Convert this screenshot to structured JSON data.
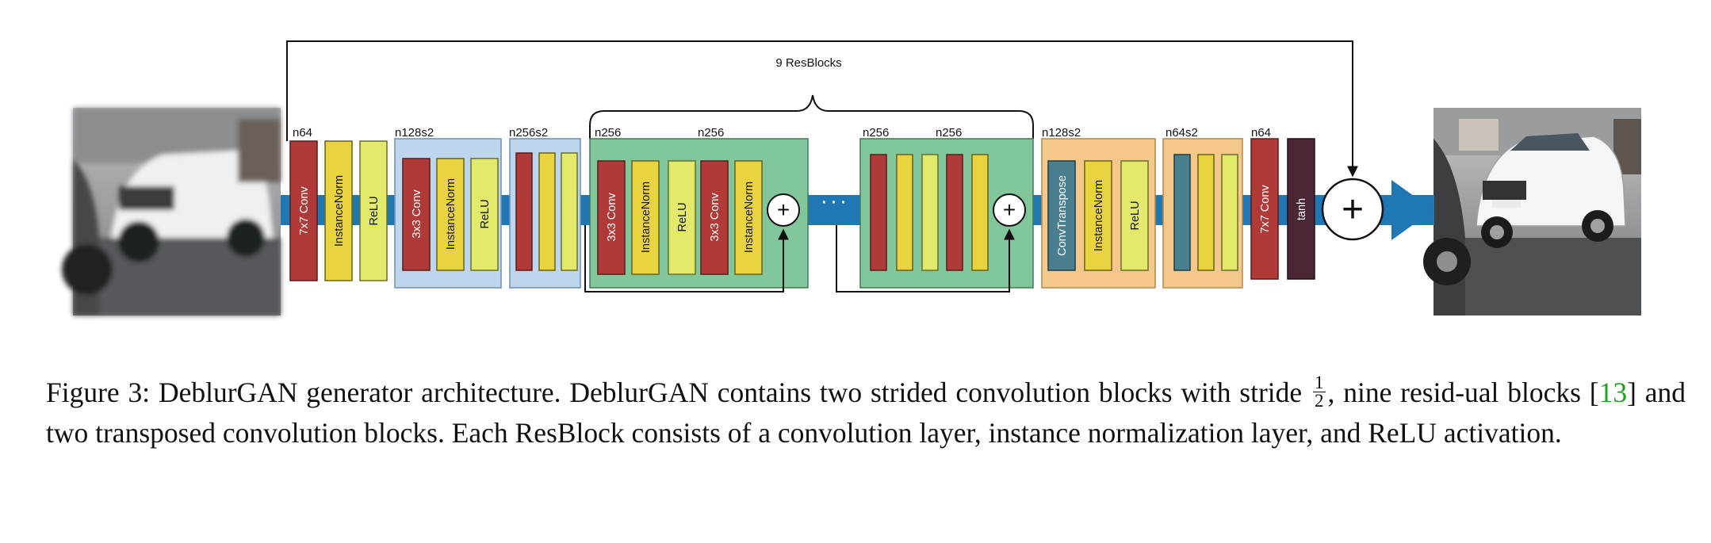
{
  "diagram": {
    "skip_label": "9 ResBlocks",
    "labels": {
      "n64_a": "n64",
      "n128s2": "n128s2",
      "n256s2": "n256s2",
      "n256_a": "n256",
      "n256_b": "n256",
      "n256_c": "n256",
      "n256_d": "n256",
      "n128s2_up": "n128s2",
      "n64s2_up": "n64s2",
      "n64_b": "n64"
    },
    "layers": {
      "conv7_in": "7x7 Conv",
      "in1": "InstanceNorm",
      "relu1": "ReLU",
      "conv3_a": "3x3 Conv",
      "in2": "InstanceNorm",
      "relu2": "ReLU",
      "rb_conv1": "3x3 Conv",
      "rb_in1": "InstanceNorm",
      "rb_relu": "ReLU",
      "rb_conv2": "3x3 Conv",
      "rb_in2": "InstanceNorm",
      "convT": "ConvTranspose",
      "in3": "InstanceNorm",
      "relu3": "ReLU",
      "conv7_out": "7x7 Conv",
      "tanh": "tanh"
    },
    "ellipsis": "· · ·",
    "plus": "+",
    "colors": {
      "conv": "#b03a37",
      "instancenorm": "#e9d43f",
      "relu": "#e3ea6b",
      "blue_block": "#bdd6ee",
      "green_block": "#82c79b",
      "orange_block": "#f4c88a",
      "convtranspose": "#4a7f8f",
      "tanh": "#4a2636",
      "flow": "#1f77b4"
    },
    "icons": {
      "input_image": "blurry-car-photo",
      "output_image": "sharp-car-photo"
    }
  },
  "caption": {
    "part1": "Figure 3: DeblurGAN generator architecture. DeblurGAN contains two strided convolution blocks with stride ",
    "frac_num": "1",
    "frac_den": "2",
    "part2": ", nine resid-ual blocks [",
    "ref": "13",
    "part3": "] and two transposed convolution blocks. Each ResBlock consists of a convolution layer, instance normalization layer, and ReLU activation."
  }
}
